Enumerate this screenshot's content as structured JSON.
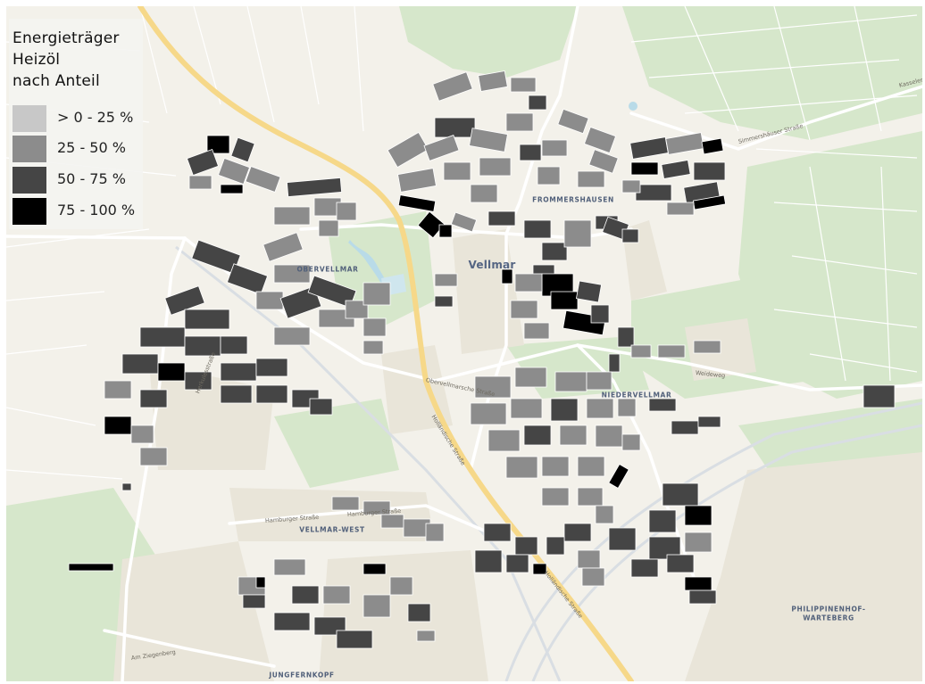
{
  "legend": {
    "title_lines": [
      "Energieträger",
      "Heizöl",
      "nach Anteil"
    ],
    "classes": [
      {
        "label": "> 0 - 25 %",
        "color": "#c8c8c8"
      },
      {
        "label": "25 - 50 %",
        "color": "#8c8c8c"
      },
      {
        "label": "50 - 75 %",
        "color": "#454545"
      },
      {
        "label": "75 - 100 %",
        "color": "#000000"
      }
    ]
  },
  "places": {
    "frommershausen": "FROMMERSHAUSEN",
    "vellmar": "Vellmar",
    "obervellmar": "OBERVELLMAR",
    "niedervellmar": "NIEDERVELLMAR",
    "vellmar_west": "VELLMAR-WEST",
    "jungfernkopf": "JUNGFERNKOPF",
    "philippinenhof_1": "PHILIPPINENHOF-",
    "philippinenhof_2": "WARTEBERG"
  },
  "streets": {
    "kasseler": "Kasseler",
    "simmershaeuser": "Simmershäuser Straße",
    "weidweg": "Weideweg",
    "obervellmarsche": "Obervellmarsche Straße",
    "hollaendische_1": "Holländische Straße",
    "hollaendische_2": "Holländische Straße",
    "hamburger_1": "Hamburger Straße",
    "hamburger_2": "Hamburger Straße",
    "ziegenberg": "Am Ziegenberg",
    "herkules": "Herkulesstraße"
  },
  "colors": {
    "land": "#f3f1ea",
    "green": "#d4e6c9",
    "motorway": "#f6d889",
    "railway": "#d8dde2",
    "water": "#b9dbe8"
  }
}
